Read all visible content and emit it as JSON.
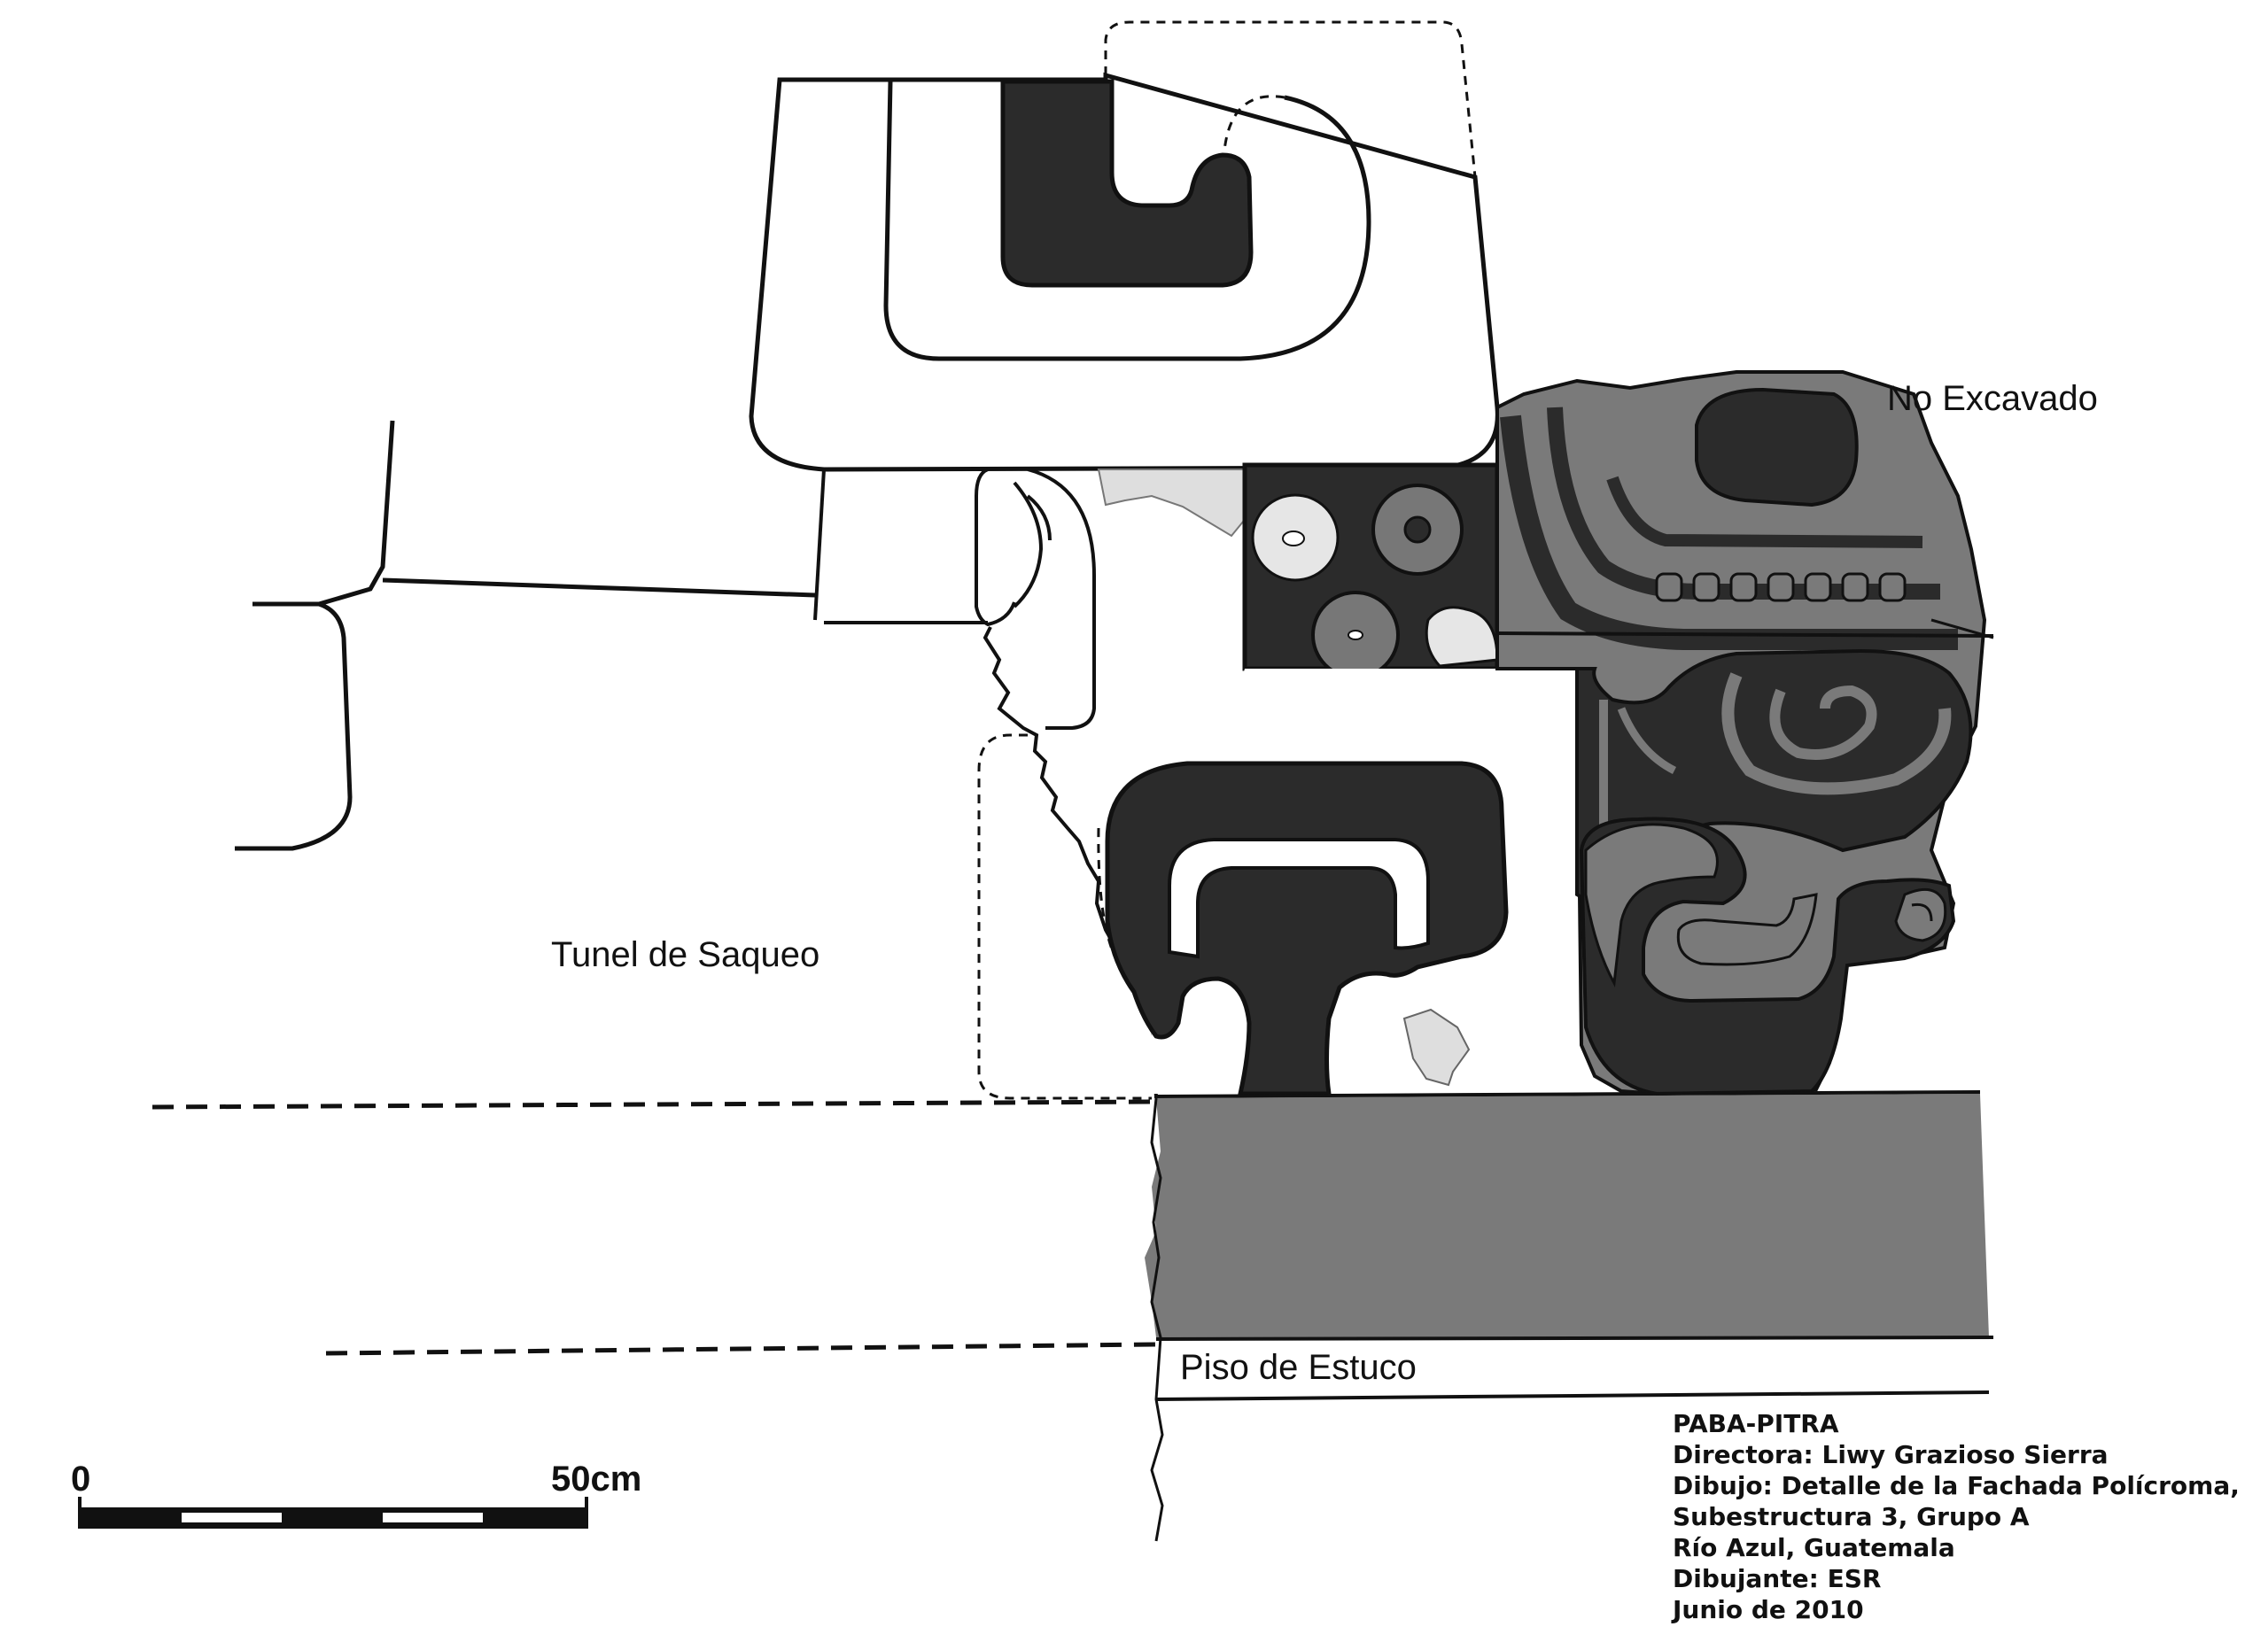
{
  "labels": {
    "no_excavado": "No Excavado",
    "tunel_de_saqueo": "Tunel de Saqueo",
    "piso_de_estuco": "Piso de Estuco"
  },
  "scale_bar": {
    "start_label": "0",
    "end_label": "50cm"
  },
  "credits": {
    "project": "PABA-PITRA",
    "director": "Directora: Liwy Grazioso Sierra",
    "drawing_line1": "Dibujo: Detalle de la Fachada Polícroma,",
    "drawing_line2": "Subestructura 3, Grupo A",
    "location": "Río Azul, Guatemala",
    "artist": "Dibujante: ESR",
    "date": "Junio de 2010"
  },
  "colors": {
    "ink": "#111111",
    "dark_fill": "#2b2b2b",
    "mid_gray": "#7a7a7a",
    "light_gray": "#dedede",
    "paper": "#ffffff"
  }
}
